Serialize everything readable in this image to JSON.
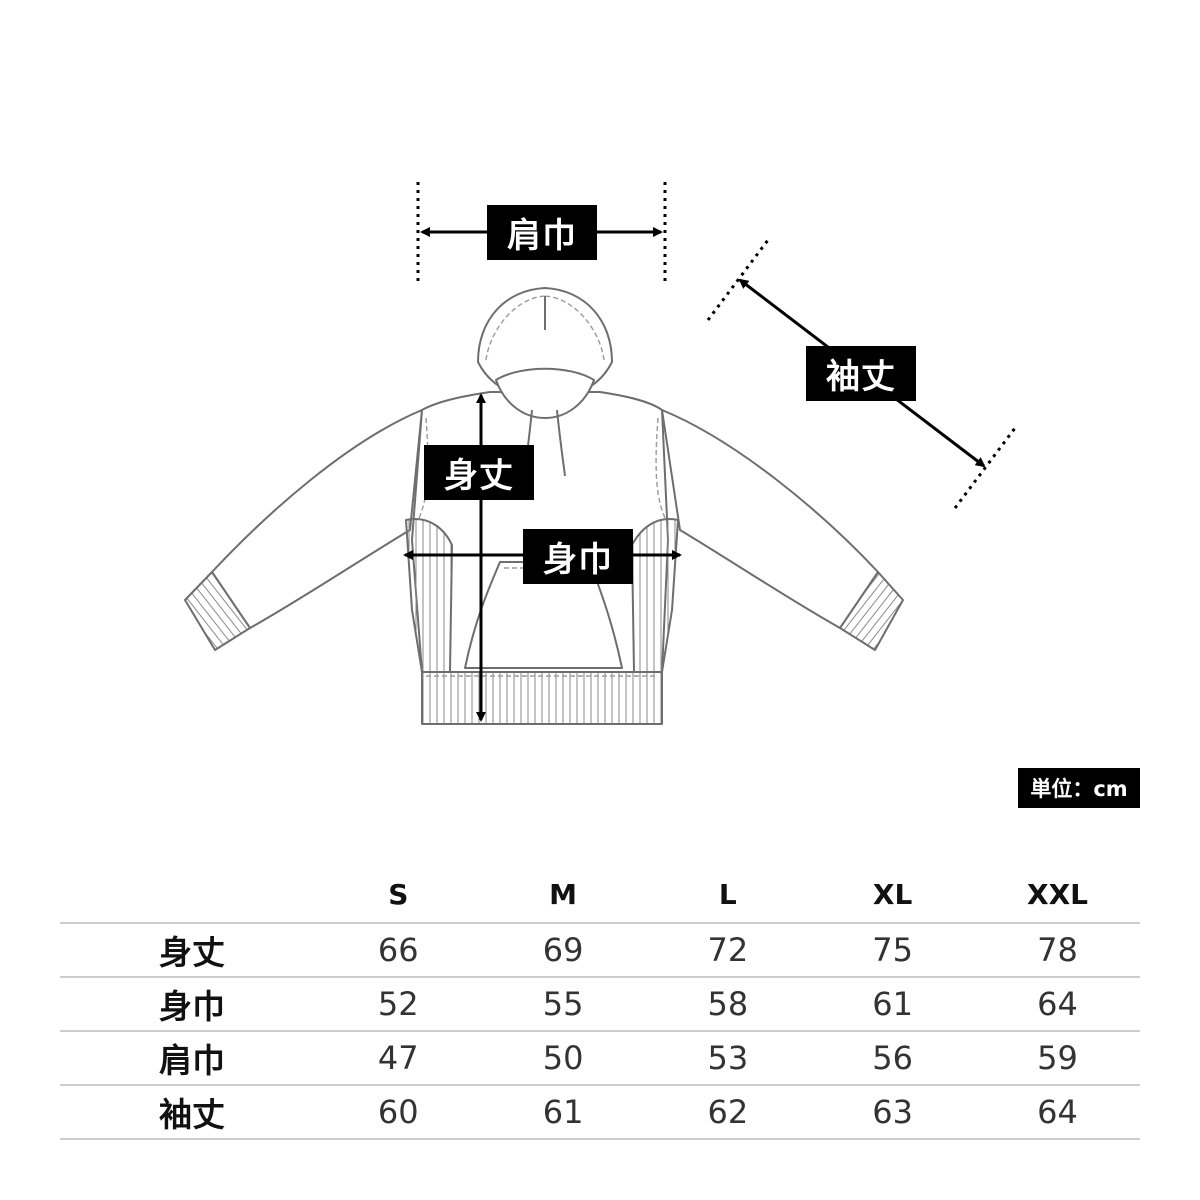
{
  "labels": {
    "shoulder_width": "肩巾",
    "sleeve_length": "袖丈",
    "body_length": "身丈",
    "body_width": "身巾",
    "unit": "単位：cm"
  },
  "table": {
    "sizes": [
      "S",
      "M",
      "L",
      "XL",
      "XXL"
    ],
    "rows": [
      {
        "label": "身丈",
        "values": [
          "66",
          "69",
          "72",
          "75",
          "78"
        ]
      },
      {
        "label": "身巾",
        "values": [
          "52",
          "55",
          "58",
          "61",
          "64"
        ]
      },
      {
        "label": "肩巾",
        "values": [
          "47",
          "50",
          "53",
          "56",
          "59"
        ]
      },
      {
        "label": "袖丈",
        "values": [
          "60",
          "61",
          "62",
          "63",
          "64"
        ]
      }
    ]
  },
  "colors": {
    "outline": "#6e6e6e",
    "label_bg": "#000000",
    "label_text": "#ffffff",
    "table_rule": "#cccccc"
  }
}
